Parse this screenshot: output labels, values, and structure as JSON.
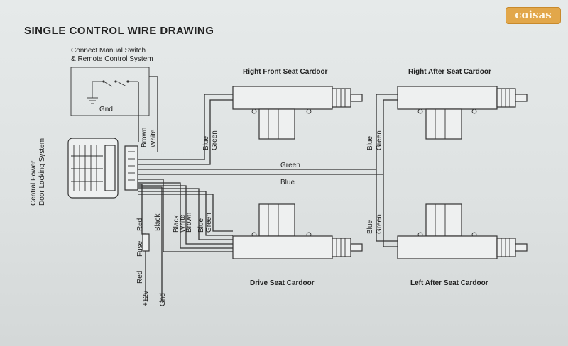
{
  "title": "SINGLE CONTROL WIRE DRAWING",
  "logo_text": "coisas",
  "switch_box": {
    "label_line1": "Connect Manual Switch",
    "label_line2": "& Remote Control System",
    "gnd": "Gnd"
  },
  "central_unit": {
    "label_line1": "Central Power",
    "label_line2": "Door Locking System"
  },
  "doors": {
    "right_front": "Right Front Seat Cardoor",
    "right_after": "Right After Seat Cardoor",
    "drive": "Drive Seat Cardoor",
    "left_after": "Left After Seat Cardoor"
  },
  "wires": {
    "brown": "Brown",
    "white": "White",
    "blue": "Blue",
    "green": "Green",
    "black": "Black",
    "red": "Red"
  },
  "power": {
    "fuse": "Fuse",
    "v12": "+12v",
    "gnd": "Gnd"
  }
}
